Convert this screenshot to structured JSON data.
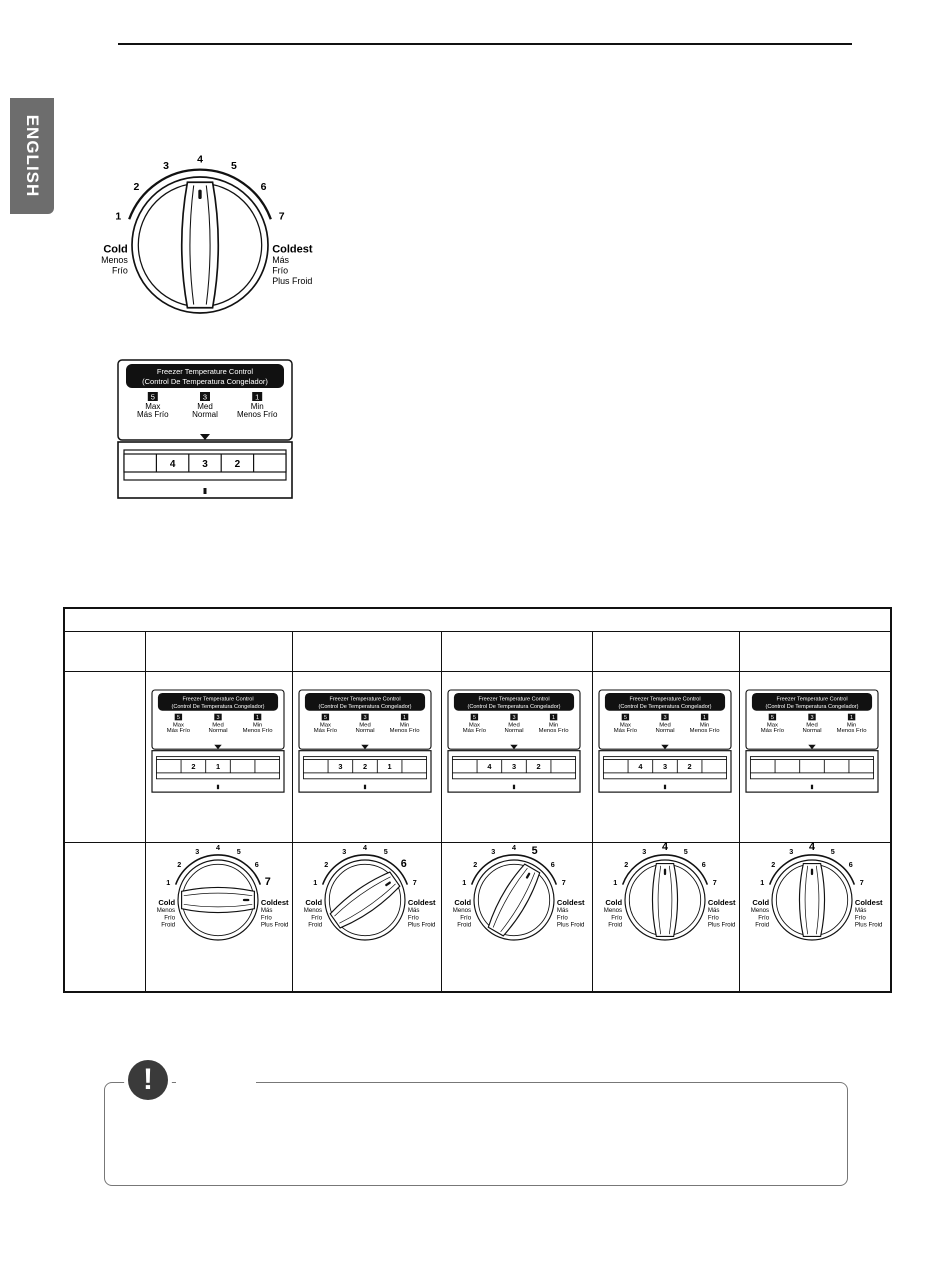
{
  "sidebar_tab": {
    "label": "ENGLISH"
  },
  "dial_large": {
    "numbers": [
      "1",
      "2",
      "3",
      "4",
      "5",
      "6",
      "7"
    ],
    "left_label": "Cold",
    "left_sub": [
      "Menos",
      "Frío"
    ],
    "right_label": "Coldest",
    "right_sub": [
      "Más",
      "Frío",
      "Plus Froid"
    ]
  },
  "panel_large": {
    "title_line1": "Freezer Temperature Control",
    "title_line2": "(Control De Temperatura Congelador)",
    "settings": [
      {
        "code": "5",
        "label": "Max",
        "sub": "Más Frío"
      },
      {
        "code": "3",
        "label": "Med",
        "sub": "Normal"
      },
      {
        "code": "1",
        "label": "Min",
        "sub": "Menos Frío"
      }
    ],
    "slider_values": [
      "",
      "4",
      "3",
      "2",
      ""
    ]
  },
  "table": {
    "columns": [
      {
        "slider_values": [
          "",
          "2",
          "1",
          "",
          ""
        ],
        "dial_setting": "7",
        "dial_small_sub_left": [
          "Menos",
          "Frío",
          "Froid"
        ]
      },
      {
        "slider_values": [
          "",
          "3",
          "2",
          "1",
          ""
        ],
        "dial_setting": "6",
        "dial_small_sub_left": [
          "Menos",
          "Frío",
          "Froid"
        ]
      },
      {
        "slider_values": [
          "",
          "4",
          "3",
          "2",
          ""
        ],
        "dial_setting": "5",
        "dial_small_sub_left": [
          "Menos",
          "Frío",
          "Froid"
        ]
      },
      {
        "slider_values": [
          "",
          "4",
          "3",
          "2",
          ""
        ],
        "dial_setting": "4",
        "dial_small_sub_left": [
          "Menos",
          "Frío",
          "Froid"
        ]
      },
      {
        "slider_values": [
          "",
          "",
          "",
          "",
          ""
        ],
        "dial_setting": "4",
        "dial_small_sub_left": [
          "Menos",
          "Frío",
          "Froid"
        ]
      }
    ],
    "panel_small": {
      "title_line1": "Freezer Temperature Control",
      "title_line2": "(Control De Temperatura Congelador)",
      "settings": [
        {
          "code": "5",
          "label": "Max",
          "sub": "Más Frío"
        },
        {
          "code": "3",
          "label": "Med",
          "sub": "Normal"
        },
        {
          "code": "1",
          "label": "Min",
          "sub": "Menos Frío"
        }
      ]
    },
    "dial_small": {
      "numbers": [
        "1",
        "2",
        "3",
        "4",
        "5",
        "6",
        "7"
      ],
      "left_label": "Cold",
      "right_label": "Coldest",
      "right_sub": [
        "Más",
        "Frío",
        "Plus Froid"
      ]
    }
  },
  "note": {
    "icon": "exclamation-icon",
    "symbol": "!"
  }
}
